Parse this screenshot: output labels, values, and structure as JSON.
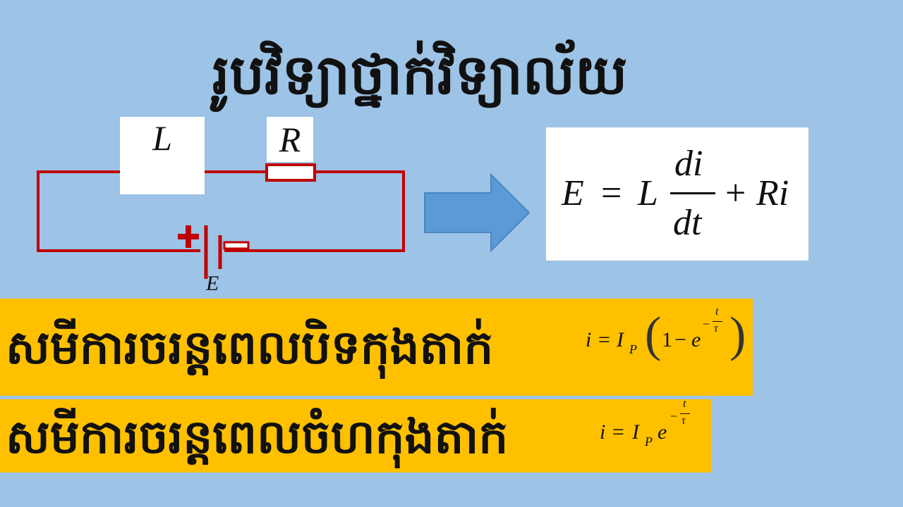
{
  "title": "រូបវិទ្យាថ្នាក់វិទ្យាល័យ",
  "circuit": {
    "inductor_label": "L",
    "resistor_label": "R",
    "source_label": "E",
    "plus_sign": "+",
    "minus_sign": "−",
    "colors": {
      "wire": "#c00000",
      "arrow": "#5b9bd5",
      "band": "#ffc000",
      "background": "#9dc3e6"
    }
  },
  "main_formula": {
    "lhs": "E",
    "equals": "=",
    "coef": "L",
    "numerator": "di",
    "denominator": "dt",
    "plus": "+",
    "term": "Ri"
  },
  "closing_row": {
    "label": "សមីការចរន្តពេលបិទកុងតាក់",
    "i": "i",
    "equals": "=",
    "I": "I",
    "P": "P",
    "one": "1",
    "minus": "−",
    "e": "e",
    "exp_minus": "−",
    "exp_num": "t",
    "exp_den": "τ"
  },
  "opening_row": {
    "label": "សមីការចរន្តពេលចំហកុងតាក់",
    "i": "i",
    "equals": "=",
    "I": "I",
    "P": "P",
    "e": "e",
    "exp_minus": "−",
    "exp_num": "t",
    "exp_den": "τ"
  }
}
